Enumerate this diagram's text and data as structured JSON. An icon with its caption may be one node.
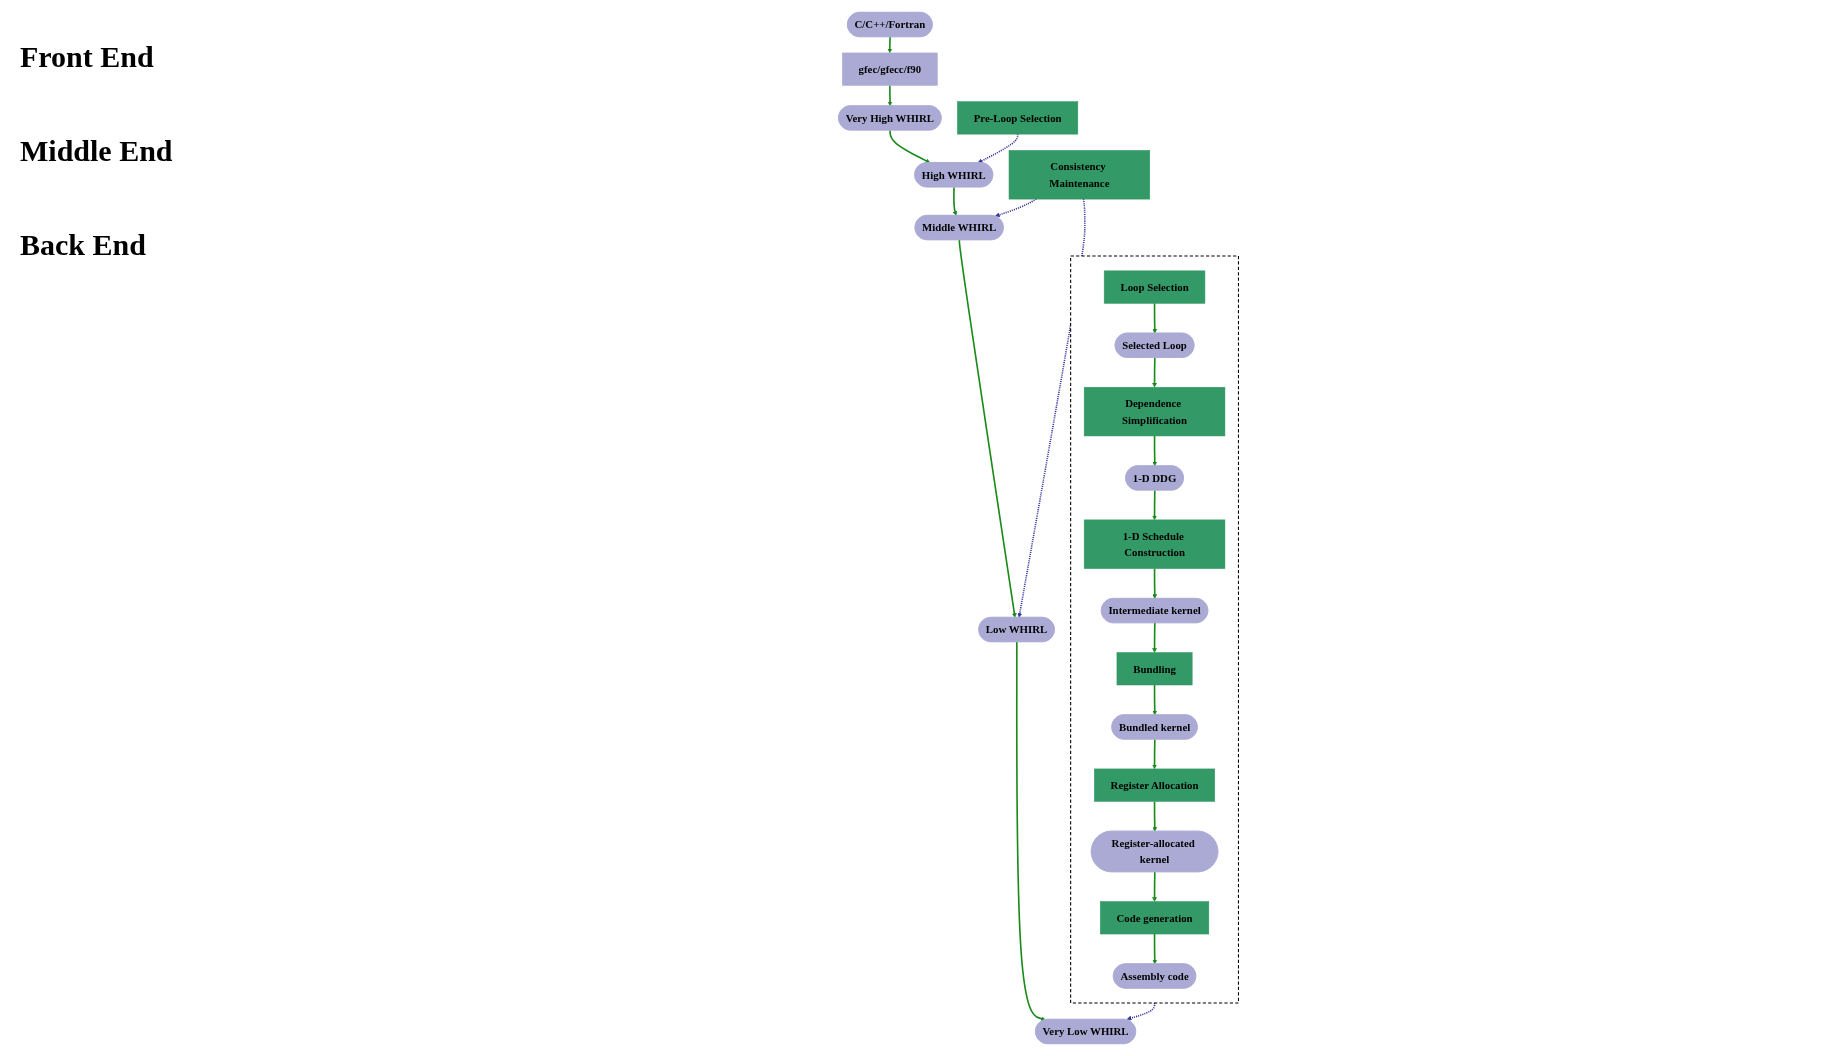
{
  "diagram": {
    "nodes": [
      {
        "text": [
          "C/C++/Fortran"
        ]
      },
      {
        "text": [
          "gfec/gfecc/f90"
        ]
      },
      {
        "text": [
          "Very High WHIRL"
        ]
      },
      {
        "text": [
          "High WHIRL"
        ]
      },
      {
        "text": [
          "Middle WHIRL"
        ]
      },
      {
        "text": [
          "Low WHIRL"
        ]
      },
      {
        "text": [
          "Very Low WHIRL"
        ]
      },
      {
        "text": [
          "Pre-Loop Selection"
        ]
      },
      {
        "text": [
          "Consistency Maintenance"
        ]
      },
      {
        "text": [],
        "shape": "box"
      },
      {
        "text": [
          "Loop Selection"
        ],
        "in": 9
      },
      {
        "text": [
          "Selected Loop"
        ],
        "in": 9
      },
      {
        "text": [
          "Dependence Simplification"
        ],
        "in": 9
      },
      {
        "text": [
          "1-D DDG"
        ],
        "in": 9
      },
      {
        "text": [
          "1-D Schedule Construction"
        ],
        "in": 9
      },
      {
        "text": [
          "Intermediate kernel"
        ],
        "in": 9
      },
      {
        "text": [
          "Bundling"
        ],
        "in": 9
      },
      {
        "text": [
          "Bundled kernel"
        ],
        "in": 9
      },
      {
        "text": [
          "Register Allocation"
        ],
        "in": 9
      },
      {
        "text": [
          "Register-allocated kernel"
        ],
        "in": 9
      },
      {
        "text": [
          "Code generation"
        ],
        "in": 9
      },
      {
        "text": [
          "Assembly code"
        ],
        "in": 9
      }
    ],
    "edges": [
      {
        "from": 0,
        "to": 1,
        "arrow": "to"
      },
      {
        "from": 1,
        "to": 2,
        "arrow": "to"
      },
      {
        "from": 2,
        "to": 3,
        "arrow": "to"
      },
      {
        "from": 3,
        "to": 4,
        "arrow": "to"
      },
      {
        "from": 4,
        "to": 5,
        "arrow": "to"
      },
      {
        "from": 5,
        "to": 6,
        "arrow": "to"
      },
      {
        "from": 7,
        "to": 3,
        "arrow": "to",
        "style": "dashed",
        "color": "#333399"
      },
      {
        "from": 8,
        "to": 4,
        "arrow": "to",
        "style": "dashed",
        "color": "#333399"
      },
      {
        "from": 8,
        "to": 5,
        "arrow": "to",
        "style": "dashed",
        "color": "#333399"
      },
      {
        "from": 9,
        "to": 6,
        "arrow": "to",
        "style": "dashed",
        "color": "#333399"
      },
      {
        "from": 10,
        "to": 11,
        "arrow": "to"
      },
      {
        "from": 11,
        "to": 12,
        "arrow": "to"
      },
      {
        "from": 12,
        "to": 13,
        "arrow": "to"
      },
      {
        "from": 13,
        "to": 14,
        "arrow": "to"
      },
      {
        "from": 14,
        "to": 15,
        "arrow": "to"
      },
      {
        "from": 15,
        "to": 16,
        "arrow": "to"
      },
      {
        "from": 16,
        "to": 17,
        "arrow": "to"
      },
      {
        "from": 17,
        "to": 18,
        "arrow": "to"
      },
      {
        "from": 18,
        "to": 19,
        "arrow": "to"
      },
      {
        "from": 19,
        "to": 20,
        "arrow": "to"
      },
      {
        "from": 20,
        "to": 21,
        "arrow": "to"
      }
    ],
    "labels": [
      "Front End",
      "Middle End",
      "Back End"
    ]
  }
}
